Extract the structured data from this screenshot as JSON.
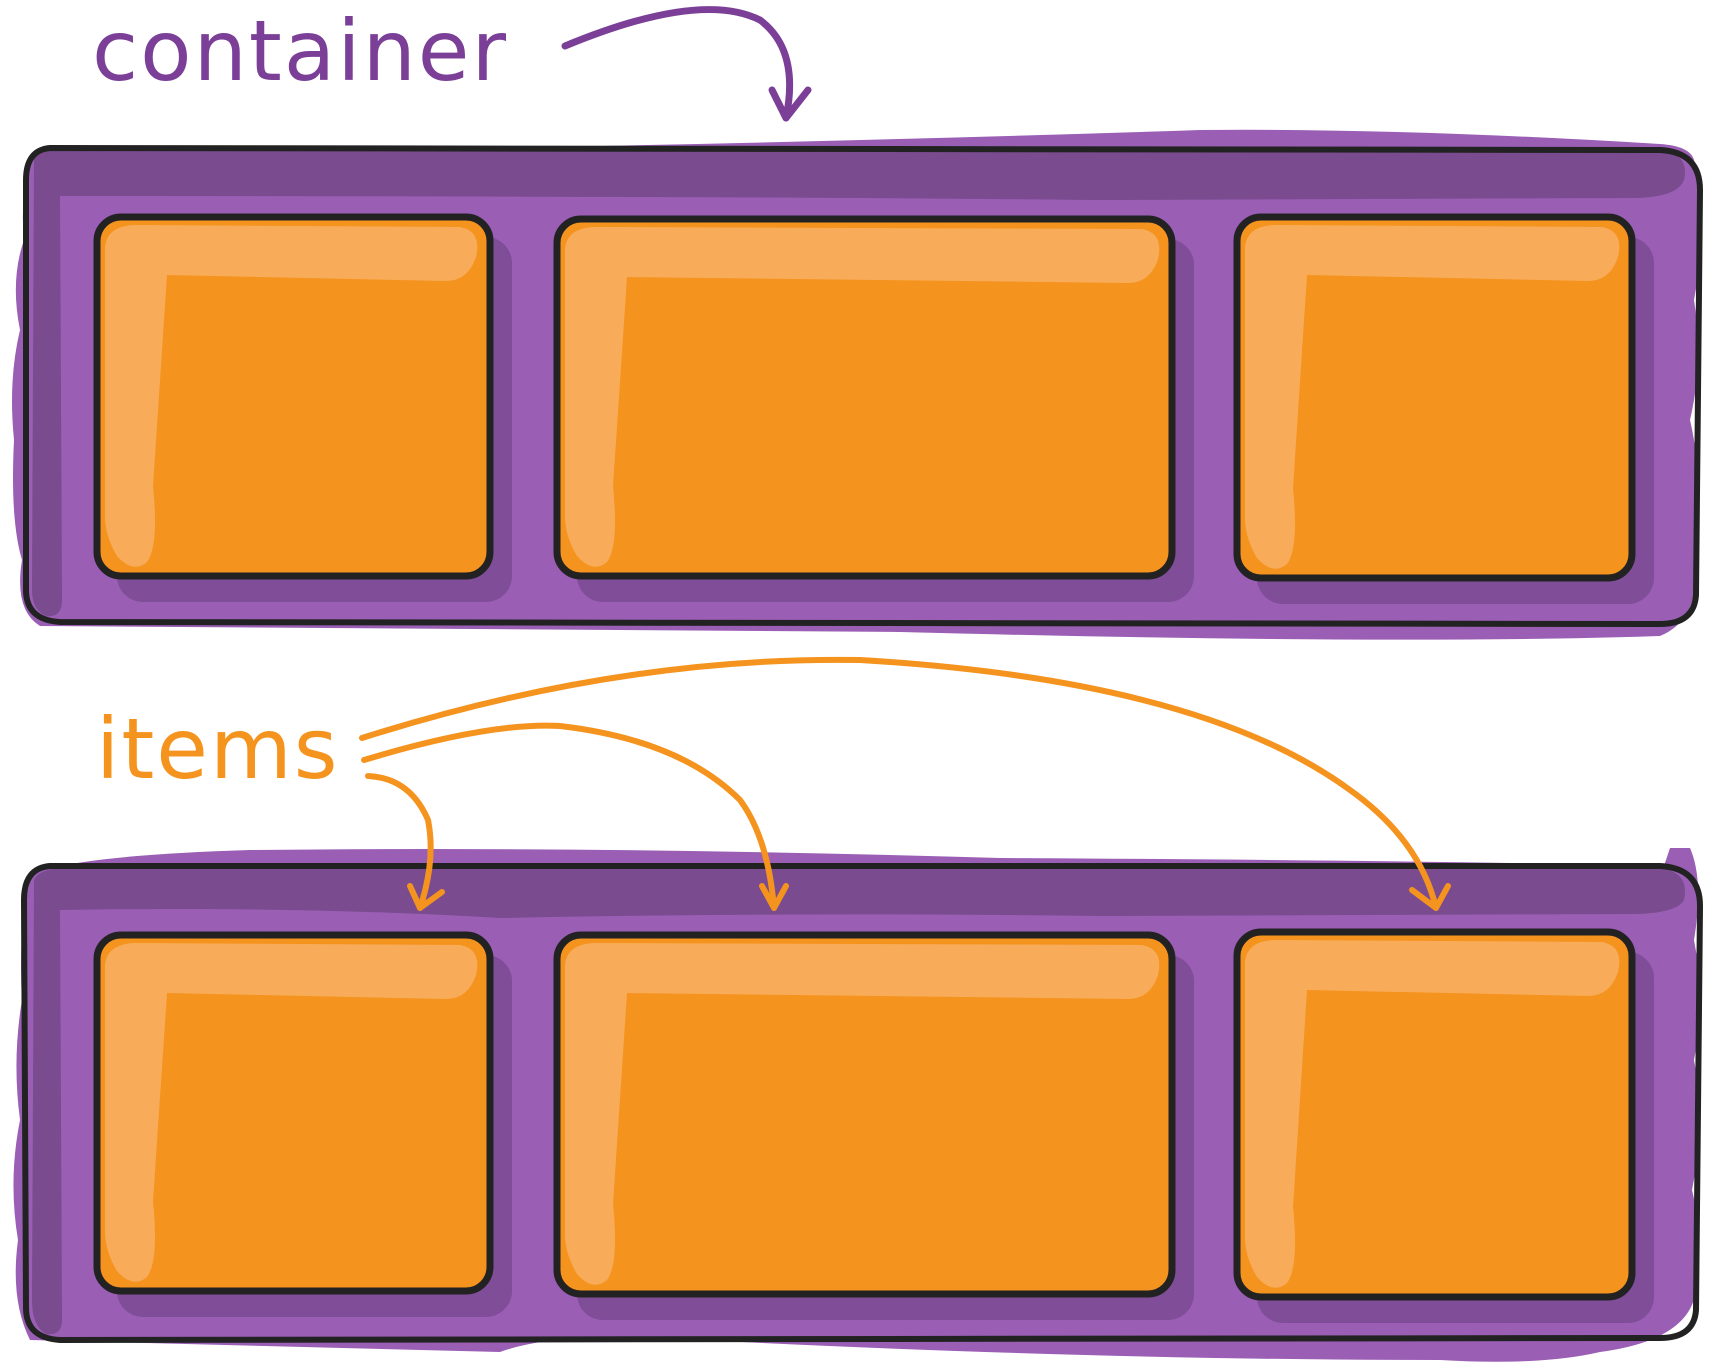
{
  "labels": {
    "container": "container",
    "items": "items"
  },
  "colors": {
    "container_text": "#7B3F98",
    "items_text": "#F5931F",
    "container_fill": "#9A5EB5",
    "container_shade": "#7A4B8F",
    "item_shadow": "#804E98",
    "item_fill": "#F5931F",
    "item_highlight": "#F8AC59",
    "outline": "#222222",
    "arrow_container": "#7B3F98",
    "arrow_items": "#F5931F"
  },
  "diagrams": [
    {
      "name": "container-stretch-top",
      "items": 3
    },
    {
      "name": "container-stretch-bottom",
      "items": 3
    }
  ]
}
